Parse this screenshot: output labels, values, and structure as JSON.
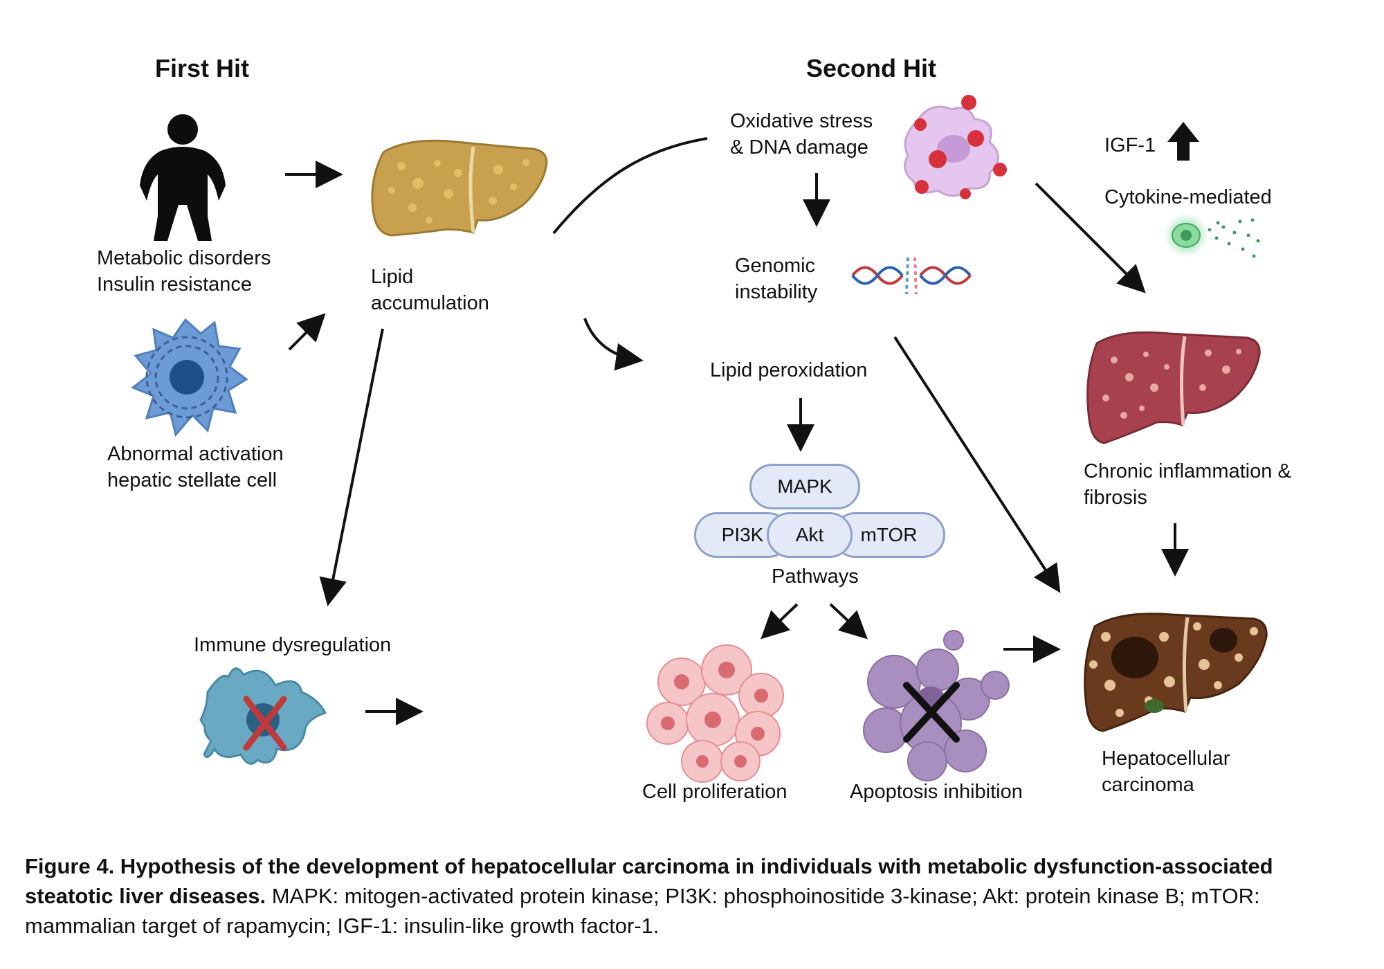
{
  "headers": {
    "first_hit": "First Hit",
    "second_hit": "Second Hit"
  },
  "labels": {
    "metabolic": "Metabolic disorders\nInsulin resistance",
    "stellate": "Abnormal activation\nhepatic stellate cell",
    "lipid_accumulation": "Lipid\naccumulation",
    "immune": "Immune dysregulation",
    "oxidative": "Oxidative stress\n& DNA damage",
    "genomic": "Genomic\ninstability",
    "lipid_peroxidation": "Lipid peroxidation",
    "igf": "IGF-1",
    "cytokine": "Cytokine-mediated",
    "inflammation": "Chronic inflammation &\nfibrosis",
    "pathways": "Pathways",
    "proliferation": "Cell proliferation",
    "apoptosis": "Apoptosis inhibition",
    "hcc": "Hepatocellular\ncarcinoma"
  },
  "pathway_boxes": {
    "mapk": "MAPK",
    "pi3k": "PI3K",
    "akt": "Akt",
    "mtor": "mTOR"
  },
  "caption": {
    "bold": "Figure 4. Hypothesis of the development of hepatocellular carcinoma in individuals with metabolic dysfunction-associated steatotic liver diseases.",
    "text": " MAPK: mitogen-activated protein kinase; PI3K: phosphoinositide 3-kinase; Akt: protein kinase B; mTOR: mammalian target of rapamycin; IGF-1: insulin-like growth factor-1."
  },
  "icons": {
    "obese_person": "person-silhouette",
    "stellate_cell": "stellate-cell",
    "fatty_liver": "fatty-liver",
    "immune_cell": "dendritic-cell",
    "damaged_cell": "ros-damaged-cell",
    "dna": "dna-helix",
    "cytokine_cell": "secreting-cell",
    "inflamed_liver": "inflamed-liver",
    "proliferating_cells": "cell-cluster",
    "apoptotic_cell": "apoptotic-cell",
    "hcc_liver": "tumor-liver",
    "up_arrow": "up-arrow"
  },
  "colors": {
    "arrow": "#111111",
    "pill_fill": "#e3e9f6",
    "pill_border": "#8ea1c9",
    "fatty_liver": "#c9a04e",
    "inflamed_liver": "#a8414e",
    "hcc_liver": "#6a3a1e",
    "stellate": "#6d9bd6",
    "immune": "#6aa9c4",
    "cross": "#c0393b",
    "prolif": "#ef9ca0",
    "apoptotic": "#a98fbf",
    "ros_cell": "#e5c6ee",
    "ros": "#d7303a"
  }
}
